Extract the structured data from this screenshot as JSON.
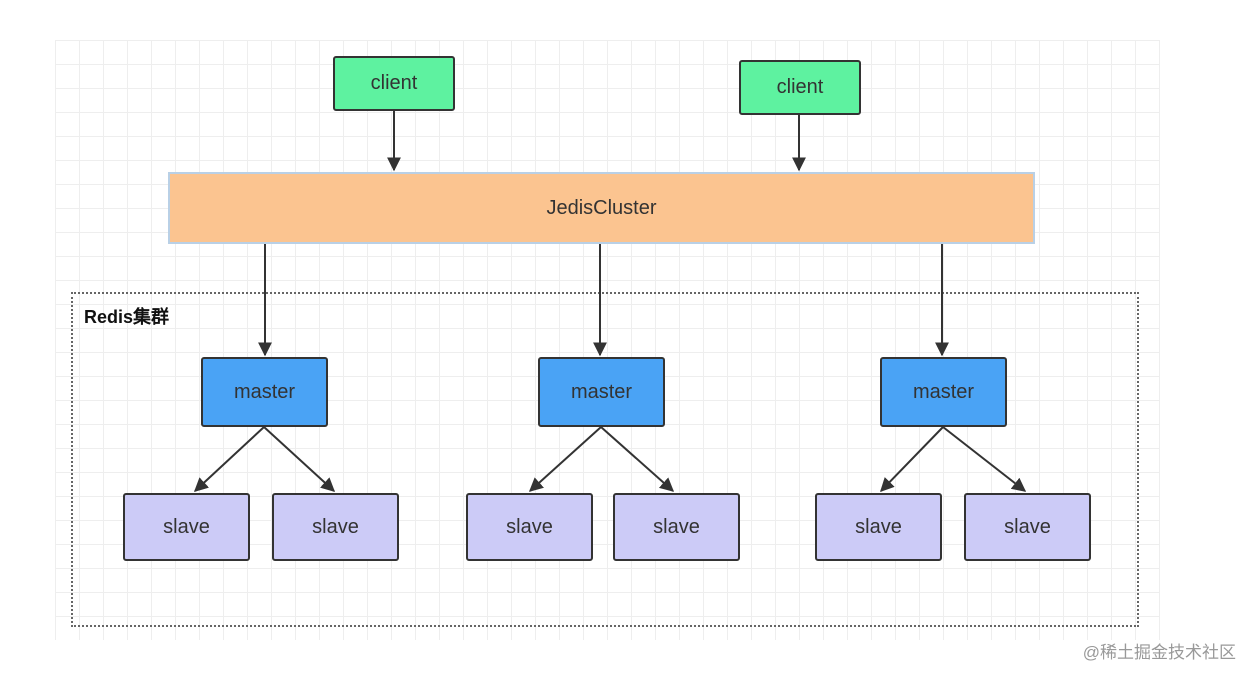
{
  "nodes": {
    "client_left": "client",
    "client_right": "client",
    "jedis_cluster": "JedisCluster",
    "masters": [
      "master",
      "master",
      "master"
    ],
    "slaves": [
      "slave",
      "slave",
      "slave",
      "slave",
      "slave",
      "slave"
    ]
  },
  "group_label": "Redis集群",
  "watermark": "@稀土掘金技术社区",
  "colors": {
    "client": "#5ef2a0",
    "jedis": "#fbc490",
    "master": "#4aa3f5",
    "slave": "#cccbf7",
    "line": "#333333"
  }
}
